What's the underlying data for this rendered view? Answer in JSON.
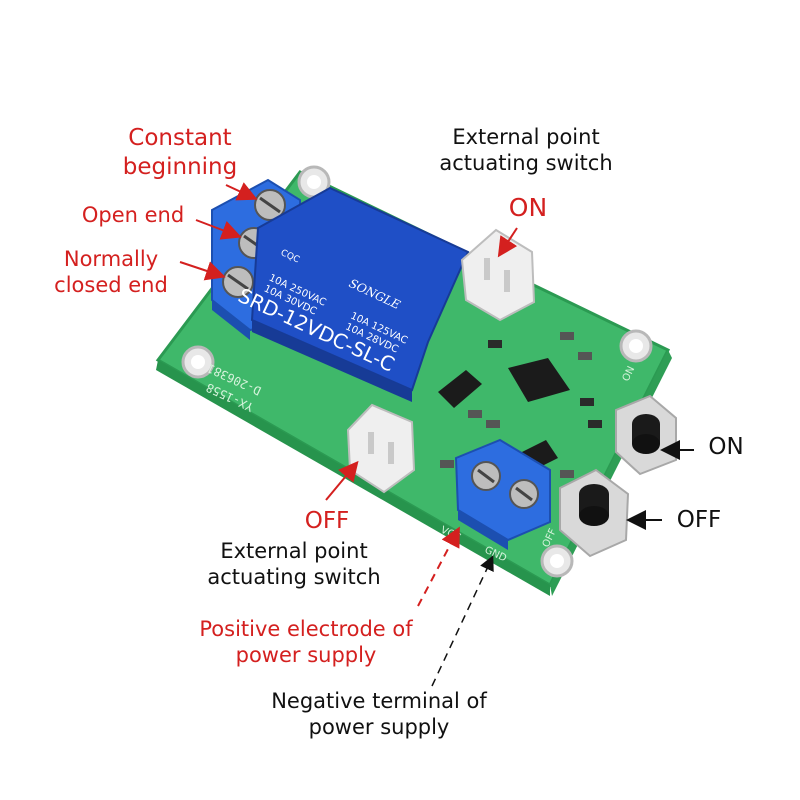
{
  "colors": {
    "board": "#3fb86a",
    "board_dark": "#27944d",
    "relay": "#1f4fc6",
    "terminal": "#2d6de0",
    "label_red": "#d4201f",
    "label_black": "#111111",
    "connector": "#efefef"
  },
  "relay": {
    "brand": "SONGLE",
    "model": "SRD-12VDC-SL-C",
    "rating_1": "10A 250VAC",
    "rating_2": "10A 30VDC",
    "rating_3": "10A 125VAC",
    "rating_4": "10A 28VDC",
    "cert": "CQC"
  },
  "board": {
    "silkscreen_1": "D-206381",
    "silkscreen_2": "YX-1558",
    "pin_vcc": "VCC",
    "pin_gnd": "GND",
    "pin_on": "ON",
    "pin_off": "OFF"
  },
  "labels": {
    "constant_beginning_1": "Constant",
    "constant_beginning_2": "beginning",
    "open_end": "Open end",
    "normally_closed_1": "Normally",
    "normally_closed_2": "closed end",
    "ext_switch_top_1": "External point",
    "ext_switch_top_2": "actuating switch",
    "on_top": "ON",
    "off_left": "OFF",
    "ext_switch_bottom_1": "External point",
    "ext_switch_bottom_2": "actuating switch",
    "positive_1": "Positive electrode of",
    "positive_2": "power supply",
    "negative_1": "Negative terminal of",
    "negative_2": "power supply",
    "button_on": "ON",
    "button_off": "OFF"
  }
}
